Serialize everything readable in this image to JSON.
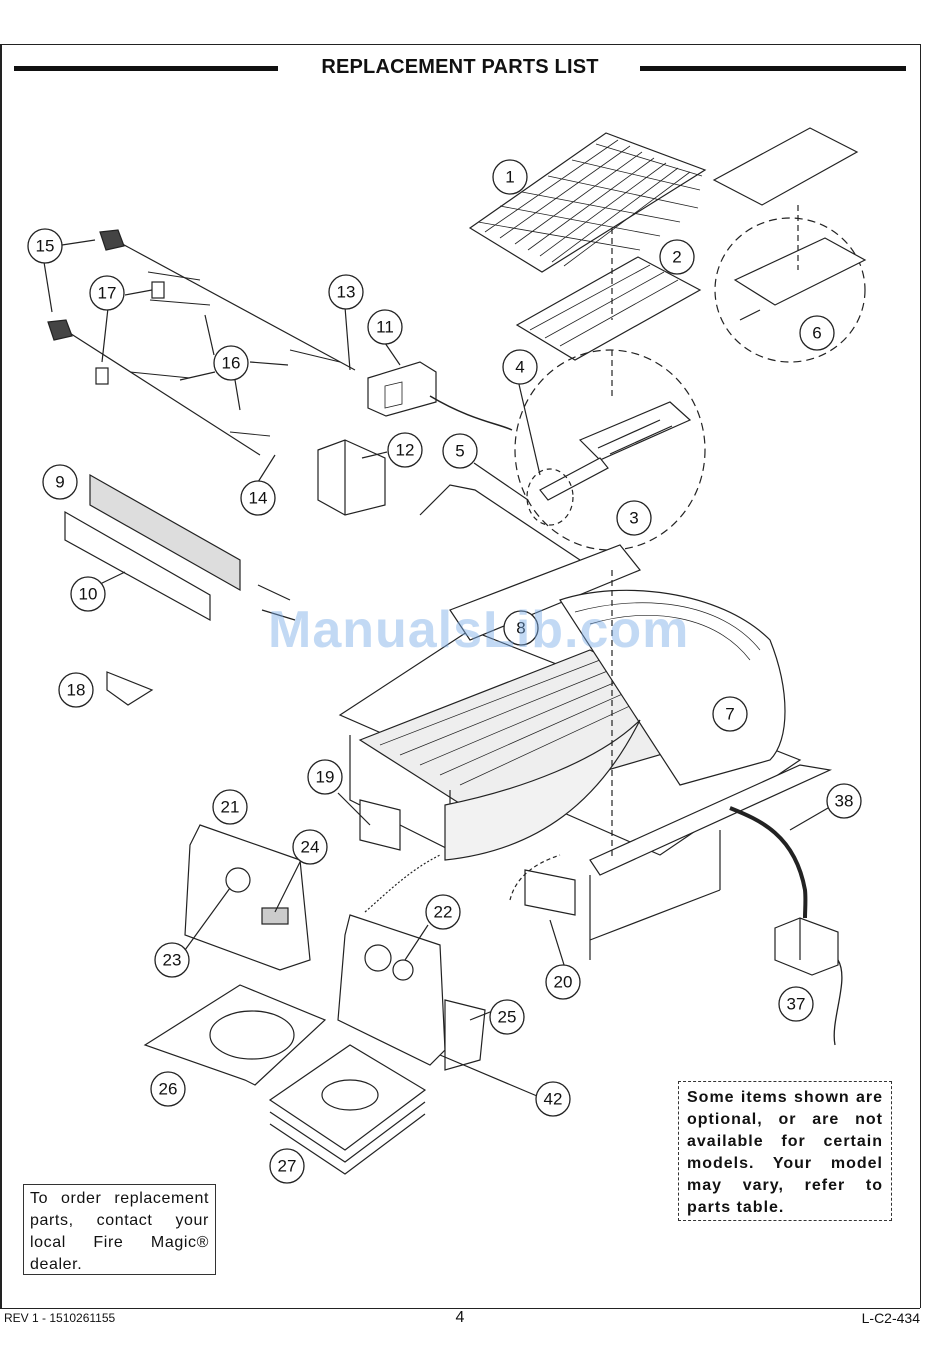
{
  "page": {
    "title": "REPLACEMENT PARTS LIST"
  },
  "callouts": [
    "1",
    "2",
    "3",
    "4",
    "5",
    "6",
    "7",
    "8",
    "9",
    "10",
    "11",
    "12",
    "13",
    "14",
    "15",
    "16",
    "17",
    "18",
    "19",
    "20",
    "21",
    "22",
    "23",
    "24",
    "25",
    "26",
    "27",
    "37",
    "38",
    "42"
  ],
  "notes": {
    "availability": "Some items shown are optional, or are not available for certain models. Your model may vary, refer to parts table.",
    "order": "To order replacement parts, contact your local Fire Magic® dealer."
  },
  "footer": {
    "revision": "REV 1 - 1510261155",
    "page_number": "4",
    "doc_code": "L-C2-434"
  },
  "watermark": "ManualsLib.com"
}
